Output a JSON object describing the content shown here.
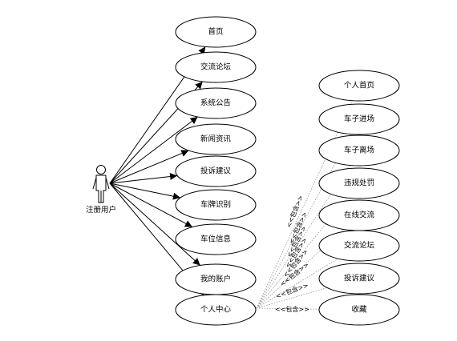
{
  "actor": {
    "name": "注册用户"
  },
  "main_use_cases": [
    {
      "id": "home",
      "label": "首页"
    },
    {
      "id": "forum",
      "label": "交流论坛"
    },
    {
      "id": "notice",
      "label": "系统公告"
    },
    {
      "id": "news",
      "label": "新闻资讯"
    },
    {
      "id": "complaint",
      "label": "投诉建议"
    },
    {
      "id": "plate",
      "label": "车牌识别"
    },
    {
      "id": "space",
      "label": "车位信息"
    },
    {
      "id": "account",
      "label": "我的账户"
    },
    {
      "id": "center",
      "label": "个人中心"
    }
  ],
  "included_use_cases": [
    {
      "id": "p_home",
      "label": "个人首页"
    },
    {
      "id": "p_in",
      "label": "车子进场"
    },
    {
      "id": "p_out",
      "label": "车子离场"
    },
    {
      "id": "p_violation",
      "label": "违规处罚"
    },
    {
      "id": "p_chat",
      "label": "在线交流"
    },
    {
      "id": "p_forum",
      "label": "交流论坛"
    },
    {
      "id": "p_complaint",
      "label": "投诉建议"
    },
    {
      "id": "p_fav",
      "label": "收藏"
    }
  ],
  "include_stereotype": "<<包含>>",
  "colors": {
    "line": "#000000",
    "include_line": "#999999",
    "background": "#ffffff"
  }
}
